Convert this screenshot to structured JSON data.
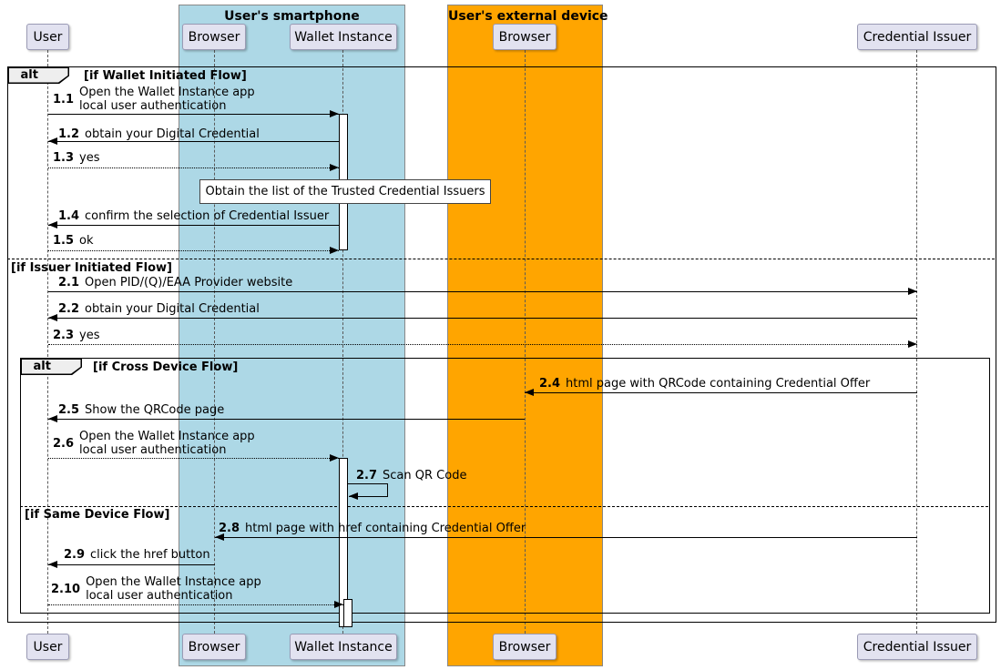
{
  "boxes": [
    {
      "title": "User's smartphone"
    },
    {
      "title": "User's external device"
    }
  ],
  "participants": [
    {
      "label": "User"
    },
    {
      "label": "Browser"
    },
    {
      "label": "Wallet Instance"
    },
    {
      "label": "Browser"
    },
    {
      "label": "Credential Issuer"
    }
  ],
  "frames": {
    "outer_label": "alt",
    "outer_cond1": "[if Wallet Initiated Flow]",
    "outer_cond2": "[if Issuer Initiated Flow]",
    "inner_label": "alt",
    "inner_cond1": "[if Cross Device Flow]",
    "inner_cond2": "[if Same Device Flow]"
  },
  "note_text": "Obtain the list of the Trusted Credential Issuers",
  "messages": {
    "m1_1": {
      "num": "1.1",
      "line1": "Open the Wallet Instance app",
      "line2": "local user authentication"
    },
    "m1_2": {
      "num": "1.2",
      "text": "obtain your Digital Credential"
    },
    "m1_3": {
      "num": "1.3",
      "text": "yes"
    },
    "m1_4": {
      "num": "1.4",
      "text": "confirm the selection of Credential Issuer"
    },
    "m1_5": {
      "num": "1.5",
      "text": "ok"
    },
    "m2_1": {
      "num": "2.1",
      "text": "Open PID/(Q)/EAA Provider website"
    },
    "m2_2": {
      "num": "2.2",
      "text": "obtain your Digital Credential"
    },
    "m2_3": {
      "num": "2.3",
      "text": "yes"
    },
    "m2_4": {
      "num": "2.4",
      "text": "html page with QRCode containing Credential Offer"
    },
    "m2_5": {
      "num": "2.5",
      "text": "Show the QRCode page"
    },
    "m2_6": {
      "num": "2.6",
      "line1": "Open the Wallet Instance app",
      "line2": "local user authentication"
    },
    "m2_7": {
      "num": "2.7",
      "text": "Scan QR Code"
    },
    "m2_8": {
      "num": "2.8",
      "text": "html page with href containing Credential Offer"
    },
    "m2_9": {
      "num": "2.9",
      "text": "click the href button"
    },
    "m2_10": {
      "num": "2.10",
      "line1": "Open the Wallet Instance app",
      "line2": "local user authentication"
    }
  },
  "colors": {
    "smartphone_box": "#ADD8E6",
    "external_device_box": "#FFA500",
    "participant_fill": "#E2E2F0",
    "frame_label_fill": "#EEEEEE",
    "note_fill": "#FFFFFF",
    "line_color": "#000000"
  }
}
